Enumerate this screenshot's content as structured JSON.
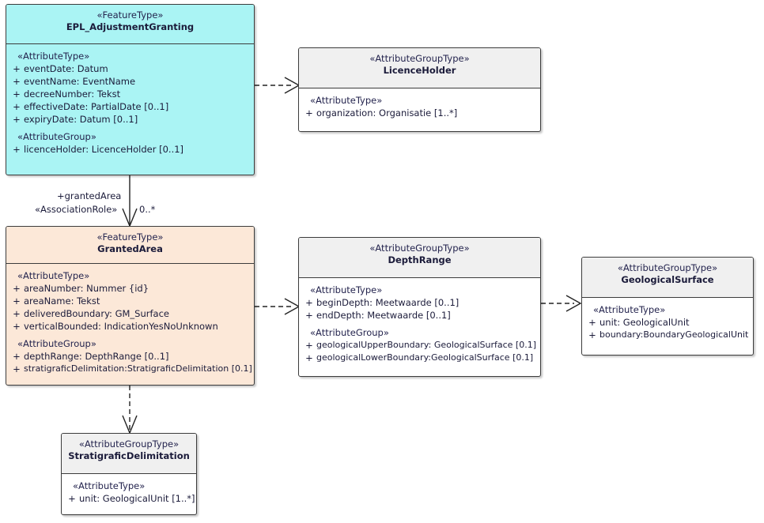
{
  "diagram": {
    "type": "uml-class-diagram",
    "background": "#ffffff",
    "colors": {
      "feature_type_primary": "#aaf4f4",
      "feature_type_secondary": "#fce8d8",
      "attribute_group_type": "#f0f0f0",
      "border": "#3c3c3c",
      "stereotype_text": "#24244e",
      "name_text": "#1b1b3a"
    }
  },
  "classes": {
    "epl_adjustment_granting": {
      "stereotype": "«FeatureType»",
      "name": "EPL_AdjustmentGranting",
      "sections": [
        {
          "group": "«AttributeType»",
          "attributes": [
            {
              "visibility": "+",
              "text": "eventDate: Datum"
            },
            {
              "visibility": "+",
              "text": "eventName: EventName"
            },
            {
              "visibility": "+",
              "text": "decreeNumber: Tekst"
            },
            {
              "visibility": "+",
              "text": "effectiveDate: PartialDate [0..1]"
            },
            {
              "visibility": "+",
              "text": "expiryDate: Datum [0..1]"
            }
          ]
        },
        {
          "group": "«AttributeGroup»",
          "attributes": [
            {
              "visibility": "+",
              "text": "licenceHolder: LicenceHolder [0..1]"
            }
          ]
        }
      ]
    },
    "licence_holder": {
      "stereotype": "«AttributeGroupType»",
      "name": "LicenceHolder",
      "sections": [
        {
          "group": "«AttributeType»",
          "attributes": [
            {
              "visibility": "+",
              "text": "organization: Organisatie [1..*]"
            }
          ]
        }
      ]
    },
    "granted_area": {
      "stereotype": "«FeatureType»",
      "name": "GrantedArea",
      "sections": [
        {
          "group": "«AttributeType»",
          "attributes": [
            {
              "visibility": "+",
              "text": "areaNumber: Nummer {id}"
            },
            {
              "visibility": "+",
              "text": "areaName: Tekst"
            },
            {
              "visibility": "+",
              "text": "deliveredBoundary: GM_Surface"
            },
            {
              "visibility": "+",
              "text": "verticalBounded: IndicationYesNoUnknown"
            }
          ]
        },
        {
          "group": "«AttributeGroup»",
          "attributes": [
            {
              "visibility": "+",
              "text": "depthRange: DepthRange [0..1]"
            },
            {
              "visibility": "+",
              "text": "stratigraficDelimitation:StratigraficDelimitation [0.1]"
            }
          ]
        }
      ]
    },
    "depth_range": {
      "stereotype": "«AttributeGroupType»",
      "name": "DepthRange",
      "sections": [
        {
          "group": "«AttributeType»",
          "attributes": [
            {
              "visibility": "+",
              "text": "beginDepth: Meetwaarde [0..1]"
            },
            {
              "visibility": "+",
              "text": "endDepth: Meetwaarde [0..1]"
            }
          ]
        },
        {
          "group": "«AttributeGroup»",
          "attributes": [
            {
              "visibility": "+",
              "text": "geologicalUpperBoundary: GeologicalSurface [0.1]"
            },
            {
              "visibility": "+",
              "text": "geologicalLowerBoundary:GeologicalSurface [0.1]"
            }
          ]
        }
      ]
    },
    "geological_surface": {
      "stereotype": "«AttributeGroupType»",
      "name": "GeologicalSurface",
      "sections": [
        {
          "group": "«AttributeType»",
          "attributes": [
            {
              "visibility": "+",
              "text": "unit: GeologicalUnit"
            },
            {
              "visibility": "+",
              "text": "boundary:BoundaryGeologicalUnit"
            }
          ]
        }
      ]
    },
    "stratigrafic_delimitation": {
      "stereotype": "«AttributeGroupType»",
      "name": "StratigraficDelimitation",
      "sections": [
        {
          "group": "«AttributeType»",
          "attributes": [
            {
              "visibility": "+",
              "text": "unit: GeologicalUnit [1..*]"
            }
          ]
        }
      ]
    }
  },
  "connectors": {
    "granting_to_licence_holder": {
      "style": "dashed",
      "arrow": "open"
    },
    "granting_to_granted_area": {
      "style": "solid",
      "arrow": "open",
      "role_label": "+grantedArea",
      "stereotype_label": "«AssociationRole»",
      "multiplicity": "0..*"
    },
    "granted_area_to_depth_range": {
      "style": "dashed",
      "arrow": "open"
    },
    "depth_range_to_geological_surface": {
      "style": "dashed",
      "arrow": "open"
    },
    "granted_area_to_stratigrafic": {
      "style": "dashed",
      "arrow": "open"
    }
  }
}
